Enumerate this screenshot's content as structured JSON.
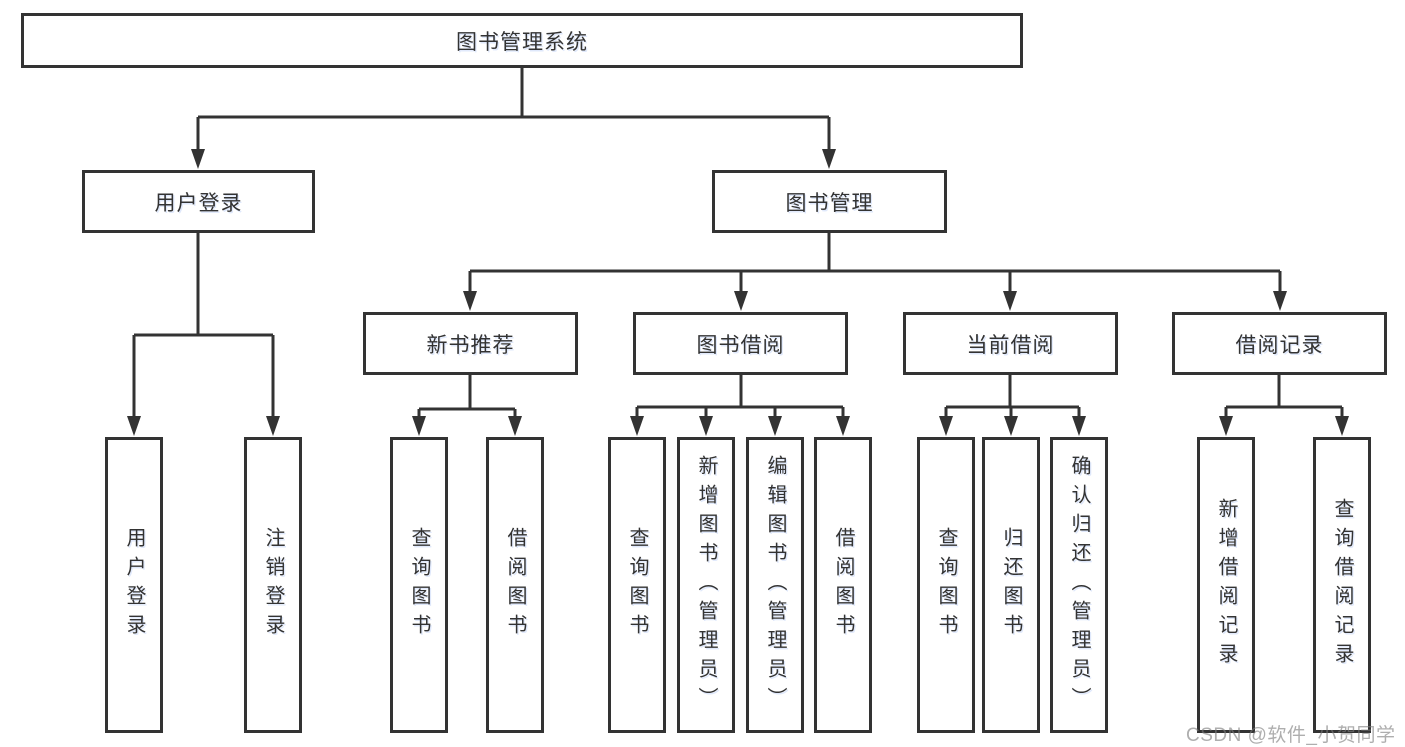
{
  "diagram": {
    "title": "图书管理系统",
    "watermark": "CSDN @软件_小贺同学",
    "colors": {
      "line": "#333333",
      "box_border": "#333333",
      "text": "#333333",
      "background": "#ffffff",
      "watermark": "#9a9a9a"
    },
    "nodes": {
      "root": {
        "label": "图书管理系统"
      },
      "user_login": {
        "label": "用户登录"
      },
      "book_mgmt": {
        "label": "图书管理"
      },
      "new_book_rec": {
        "label": "新书推荐"
      },
      "book_borrow": {
        "label": "图书借阅"
      },
      "current_borrow": {
        "label": "当前借阅"
      },
      "borrow_records": {
        "label": "借阅记录"
      },
      "login_leaf": {
        "label": "用户登录"
      },
      "logout_leaf": {
        "label": "注销登录"
      },
      "rec_query_book": {
        "label": "查询图书"
      },
      "rec_borrow_book": {
        "label": "借阅图书"
      },
      "bb_query_book": {
        "label": "查询图书"
      },
      "bb_add_book": {
        "label": "新增图书（管理员）"
      },
      "bb_edit_book": {
        "label": "编辑图书（管理员）"
      },
      "bb_borrow_book": {
        "label": "借阅图书"
      },
      "cb_query_book": {
        "label": "查询图书"
      },
      "cb_return_book": {
        "label": "归还图书"
      },
      "cb_confirm_return": {
        "label": "确认归还（管理员）"
      },
      "br_add_record": {
        "label": "新增借阅记录"
      },
      "br_query_record": {
        "label": "查询借阅记录"
      }
    }
  }
}
